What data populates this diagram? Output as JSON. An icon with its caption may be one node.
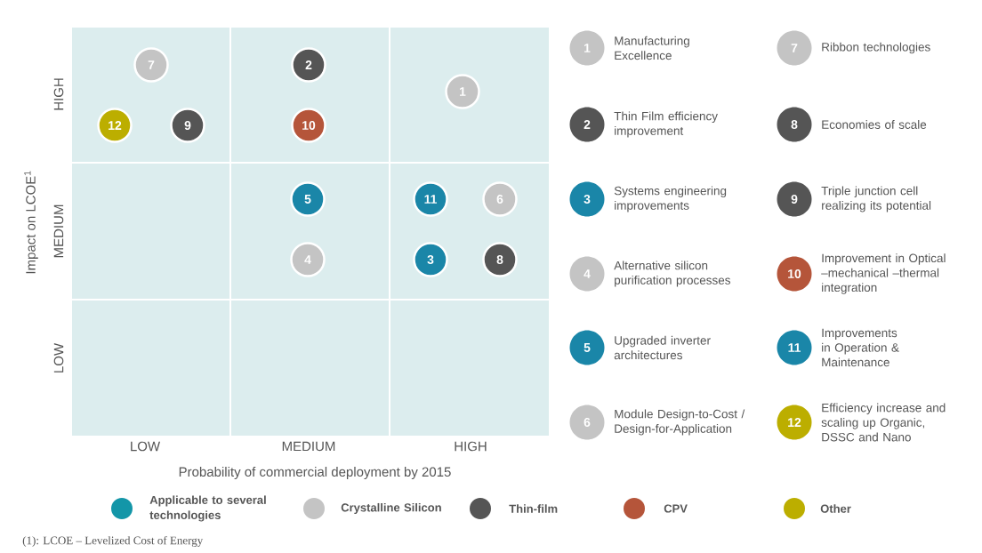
{
  "diagram": {
    "nodes": [
      {
        "text": [
          "7"
        ]
      },
      {
        "text": [
          "2"
        ]
      },
      {
        "text": [
          "1"
        ]
      },
      {
        "text": [
          "12"
        ]
      },
      {
        "text": [
          "9"
        ]
      },
      {
        "text": [
          "10"
        ]
      },
      {
        "text": [
          "5"
        ]
      },
      {
        "text": [
          "11"
        ]
      },
      {
        "text": [
          "6"
        ]
      },
      {
        "text": [
          "4"
        ]
      },
      {
        "text": [
          "3"
        ]
      },
      {
        "text": [
          "8"
        ]
      },
      {
        "text": [
          "1"
        ],
        "beside": [
          "Manufacturing Excellence"
        ]
      },
      {
        "text": [
          "7"
        ],
        "beside": [
          "Ribbon technologies"
        ]
      },
      {
        "text": [
          "2"
        ],
        "beside": [
          "Thin Film efficiency improvement"
        ]
      },
      {
        "text": [
          "8"
        ],
        "beside": [
          "Economies of scale"
        ]
      },
      {
        "text": [
          "3"
        ],
        "beside": [
          "Systems engineering improvements"
        ]
      },
      {
        "text": [
          "9"
        ],
        "beside": [
          "Triple junction cell realizing its potential"
        ]
      },
      {
        "text": [
          "4"
        ],
        "beside": [
          "Alternative silicon purification processes"
        ]
      },
      {
        "text": [
          "10"
        ],
        "beside": [
          "Improvement in Optical –mechanical –thermal integration"
        ]
      },
      {
        "text": [
          "5"
        ],
        "beside": [
          "Upgraded inverter architectures"
        ]
      },
      {
        "text": [
          "11"
        ],
        "beside": [
          "Improvements in Operation & Maintenance"
        ]
      },
      {
        "text": [
          "6"
        ],
        "beside": [
          "Module Design-to-Cost / Design-for-Application"
        ]
      },
      {
        "text": [
          "12"
        ],
        "beside": [
          "Efficiency increase and scaling up Organic, DSSC and Nano"
        ]
      }
    ],
    "labels": [
      "HIGH",
      "MEDIUM",
      "LOW",
      "Impact on LCOE$^{1}$",
      "LOW",
      "MEDIUM",
      "HIGH",
      "Probability of commercial deployment by 2015",
      "(1): LCOE – Levelized Cost of Energy"
    ],
    "legend": [
      {
        "text": "Applicable to several technologies",
        "color": "#1396a8"
      },
      {
        "text": "Crystalline Silicon",
        "color": "#c4c4c4"
      },
      {
        "text": "Thin-film",
        "color": "#555555"
      },
      {
        "text": "CPV",
        "color": "#b5553a"
      },
      {
        "text": "Other",
        "color": "#bcae00"
      }
    ]
  }
}
